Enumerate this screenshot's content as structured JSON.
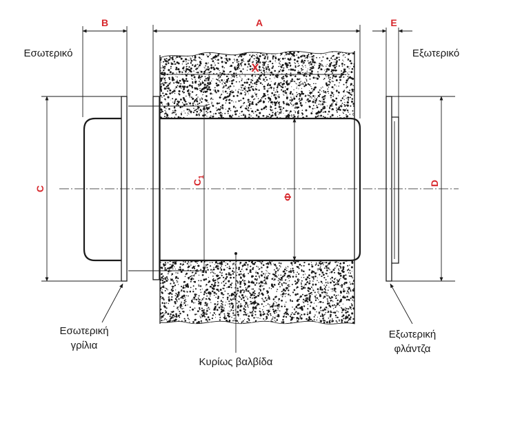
{
  "labels": {
    "inner_side": "Εσωτερικό",
    "outer_side": "Εξωτερικό",
    "inner_grille": [
      "Εσωτερική",
      "γρίλια"
    ],
    "outer_flange": [
      "Εξωτερική",
      "φλάντζα"
    ],
    "main_valve": "Κυρίως βαλβίδα"
  },
  "dimensions": {
    "a": "A",
    "b": "B",
    "e": "E",
    "x": "X",
    "c": "C",
    "c1": "C",
    "c1_sub": "1",
    "d": "D",
    "phi": "Φ"
  },
  "colors": {
    "dimension_label": "#d7262b",
    "line": "#1a1a1a",
    "insulation_dot": "#1a1a1a"
  }
}
